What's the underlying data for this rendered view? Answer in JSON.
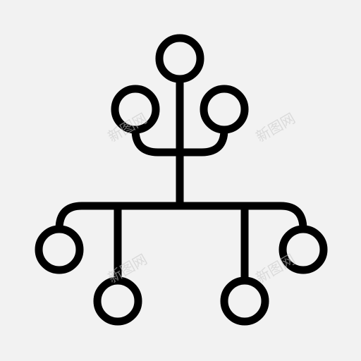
{
  "icon": {
    "name": "hierarchy-icon",
    "stroke_color": "#000000",
    "background_color": "#f2f2f2"
  },
  "watermarks": [
    "新图网",
    "新图网",
    "新图网",
    "新图网"
  ]
}
